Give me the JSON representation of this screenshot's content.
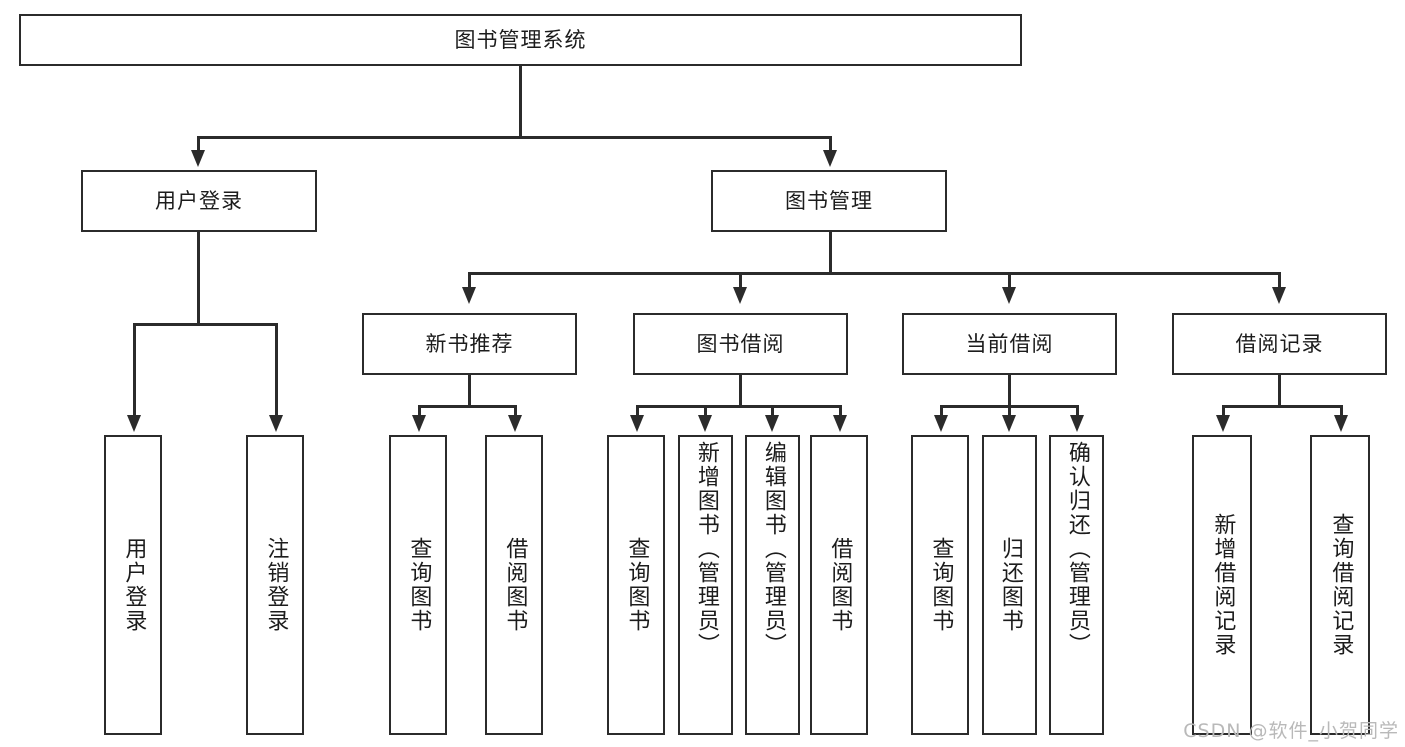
{
  "diagram": {
    "title": "图书管理系统",
    "type": "tree",
    "watermark": "CSDN @软件_小贺同学",
    "colors": {
      "stroke": "#2b2b2b",
      "fill": "#ffffff",
      "text": "#1c1c1c",
      "watermark": "#b9b9b9"
    },
    "root": {
      "label": "图书管理系统"
    },
    "level2": [
      {
        "label": "用户登录"
      },
      {
        "label": "图书管理"
      }
    ],
    "level3": [
      {
        "label": "新书推荐"
      },
      {
        "label": "图书借阅"
      },
      {
        "label": "当前借阅"
      },
      {
        "label": "借阅记录"
      }
    ],
    "leaves": {
      "user_login": [
        {
          "label": "用户登录"
        },
        {
          "label": "注销登录"
        }
      ],
      "new_book": [
        {
          "label": "查询图书"
        },
        {
          "label": "借阅图书"
        }
      ],
      "book_borrow": [
        {
          "label": "查询图书"
        },
        {
          "label": "新增图书（管理员）"
        },
        {
          "label": "编辑图书（管理员）"
        },
        {
          "label": "借阅图书"
        }
      ],
      "current_borrow": [
        {
          "label": "查询图书"
        },
        {
          "label": "归还图书"
        },
        {
          "label": "确认归还（管理员）"
        }
      ],
      "borrow_record": [
        {
          "label": "新增借阅记录"
        },
        {
          "label": "查询借阅记录"
        }
      ]
    }
  }
}
